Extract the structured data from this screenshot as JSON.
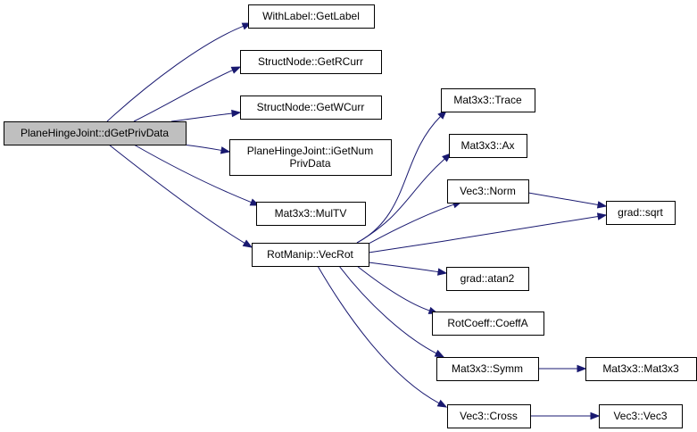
{
  "graph": {
    "edge_color": "#191970",
    "root_fill": "#bfbfbf",
    "node_fill": "#ffffff",
    "nodes": [
      {
        "id": "dGetPrivData",
        "lines": [
          "PlaneHingeJoint::dGetPrivData"
        ],
        "root": true
      },
      {
        "id": "GetLabel",
        "lines": [
          "WithLabel::GetLabel"
        ]
      },
      {
        "id": "GetRCurr",
        "lines": [
          "StructNode::GetRCurr"
        ]
      },
      {
        "id": "GetWCurr",
        "lines": [
          "StructNode::GetWCurr"
        ]
      },
      {
        "id": "iGetNumPrivData",
        "lines": [
          "PlaneHingeJoint::iGetNum",
          "PrivData"
        ]
      },
      {
        "id": "MulTV",
        "lines": [
          "Mat3x3::MulTV"
        ]
      },
      {
        "id": "VecRot",
        "lines": [
          "RotManip::VecRot"
        ]
      },
      {
        "id": "Trace",
        "lines": [
          "Mat3x3::Trace"
        ]
      },
      {
        "id": "Ax",
        "lines": [
          "Mat3x3::Ax"
        ]
      },
      {
        "id": "Norm",
        "lines": [
          "Vec3::Norm"
        ]
      },
      {
        "id": "sqrt",
        "lines": [
          "grad::sqrt"
        ]
      },
      {
        "id": "atan2",
        "lines": [
          "grad::atan2"
        ]
      },
      {
        "id": "CoeffA",
        "lines": [
          "RotCoeff::CoeffA"
        ]
      },
      {
        "id": "Symm",
        "lines": [
          "Mat3x3::Symm"
        ]
      },
      {
        "id": "Mat3x3",
        "lines": [
          "Mat3x3::Mat3x3"
        ]
      },
      {
        "id": "Cross",
        "lines": [
          "Vec3::Cross"
        ]
      },
      {
        "id": "Vec3",
        "lines": [
          "Vec3::Vec3"
        ]
      }
    ],
    "edges": [
      {
        "from": "dGetPrivData",
        "to": "GetLabel"
      },
      {
        "from": "dGetPrivData",
        "to": "GetRCurr"
      },
      {
        "from": "dGetPrivData",
        "to": "GetWCurr"
      },
      {
        "from": "dGetPrivData",
        "to": "iGetNumPrivData"
      },
      {
        "from": "dGetPrivData",
        "to": "MulTV"
      },
      {
        "from": "dGetPrivData",
        "to": "VecRot"
      },
      {
        "from": "VecRot",
        "to": "Trace"
      },
      {
        "from": "VecRot",
        "to": "Ax"
      },
      {
        "from": "VecRot",
        "to": "Norm"
      },
      {
        "from": "VecRot",
        "to": "sqrt"
      },
      {
        "from": "VecRot",
        "to": "atan2"
      },
      {
        "from": "VecRot",
        "to": "CoeffA"
      },
      {
        "from": "VecRot",
        "to": "Symm"
      },
      {
        "from": "VecRot",
        "to": "Cross"
      },
      {
        "from": "Norm",
        "to": "sqrt"
      },
      {
        "from": "Symm",
        "to": "Mat3x3"
      },
      {
        "from": "Cross",
        "to": "Vec3"
      }
    ]
  }
}
